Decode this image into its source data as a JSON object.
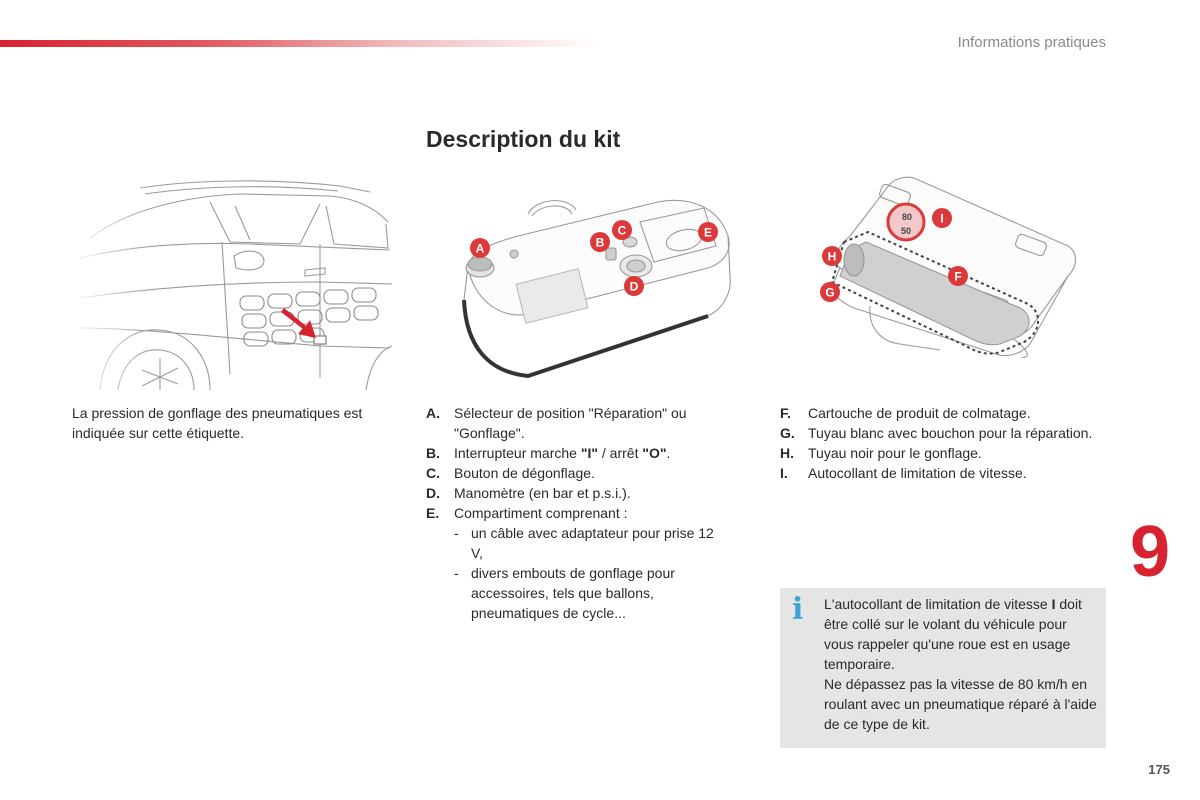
{
  "header": {
    "section": "Informations pratiques",
    "accent_color": "#d7232f"
  },
  "title": "Description du kit",
  "car_caption": "La pression de gonflage des pneumatiques est indiquée sur cette étiquette.",
  "callouts": {
    "a": "A",
    "b": "B",
    "c": "C",
    "d": "D",
    "e": "E",
    "f": "F",
    "g": "G",
    "h": "H",
    "i": "I"
  },
  "speed_label": {
    "top": "80",
    "bottom": "50"
  },
  "legend_mid": [
    {
      "letter": "A.",
      "text": "Sélecteur de position \"Réparation\" ou \"Gonflage\"."
    },
    {
      "letter": "B.",
      "text_before": "Interrupteur marche ",
      "on": "\"I\"",
      "sep": " / arrêt ",
      "off": "\"O\"",
      "text_after": "."
    },
    {
      "letter": "C.",
      "text": "Bouton de dégonflage."
    },
    {
      "letter": "D.",
      "text": "Manomètre (en bar et p.s.i.)."
    },
    {
      "letter": "E.",
      "text": "Compartiment comprenant :"
    }
  ],
  "compartment_items": [
    "un câble avec adaptateur pour prise 12 V,",
    "divers embouts de gonflage pour accessoires, tels que ballons, pneumatiques de cycle..."
  ],
  "legend_right": [
    {
      "letter": "F.",
      "text": "Cartouche de produit de colmatage."
    },
    {
      "letter": "G.",
      "text": "Tuyau blanc avec bouchon pour la réparation."
    },
    {
      "letter": "H.",
      "text": "Tuyau noir pour le gonflage."
    },
    {
      "letter": "I.",
      "text": "Autocollant de limitation de vitesse."
    }
  ],
  "chapter": "9",
  "info": {
    "icon": "i",
    "line1_before": "L'autocollant de limitation de vitesse ",
    "line1_bold": "I",
    "line1_after": " doit être collé sur le volant du véhicule pour vous rappeler qu'une roue est en usage temporaire.",
    "line2": "Ne dépassez pas la vitesse de 80 km/h en roulant avec un pneumatique réparé à l'aide de ce type de kit."
  },
  "page_number": "175",
  "colors": {
    "callout_red": "#dc3a3a",
    "info_icon": "#3aa3d8",
    "info_bg": "#e5e5e5"
  }
}
